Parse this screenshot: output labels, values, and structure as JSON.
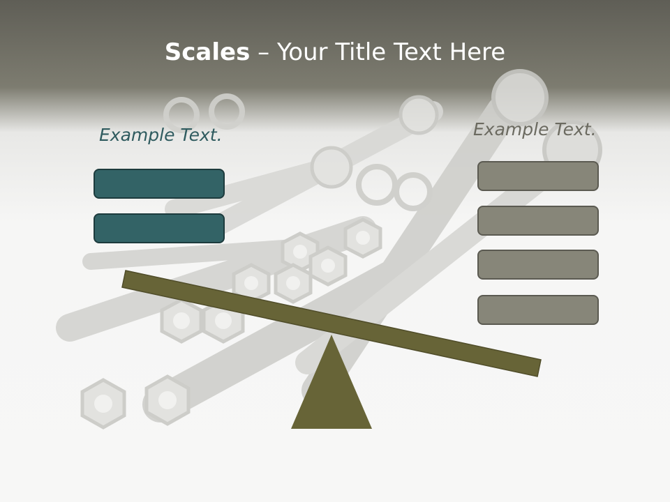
{
  "title": {
    "bold": "Scales",
    "rest": " – Your Title Text Here"
  },
  "left": {
    "label": "Example Text.",
    "boxes": 2
  },
  "right": {
    "label": "Example Text.",
    "boxes": 4
  },
  "colors": {
    "teal": "#336366",
    "gray": "#878679",
    "olive": "#676437",
    "header": "#6e6d62"
  },
  "background": {
    "description_icon": "wrench-icon"
  }
}
